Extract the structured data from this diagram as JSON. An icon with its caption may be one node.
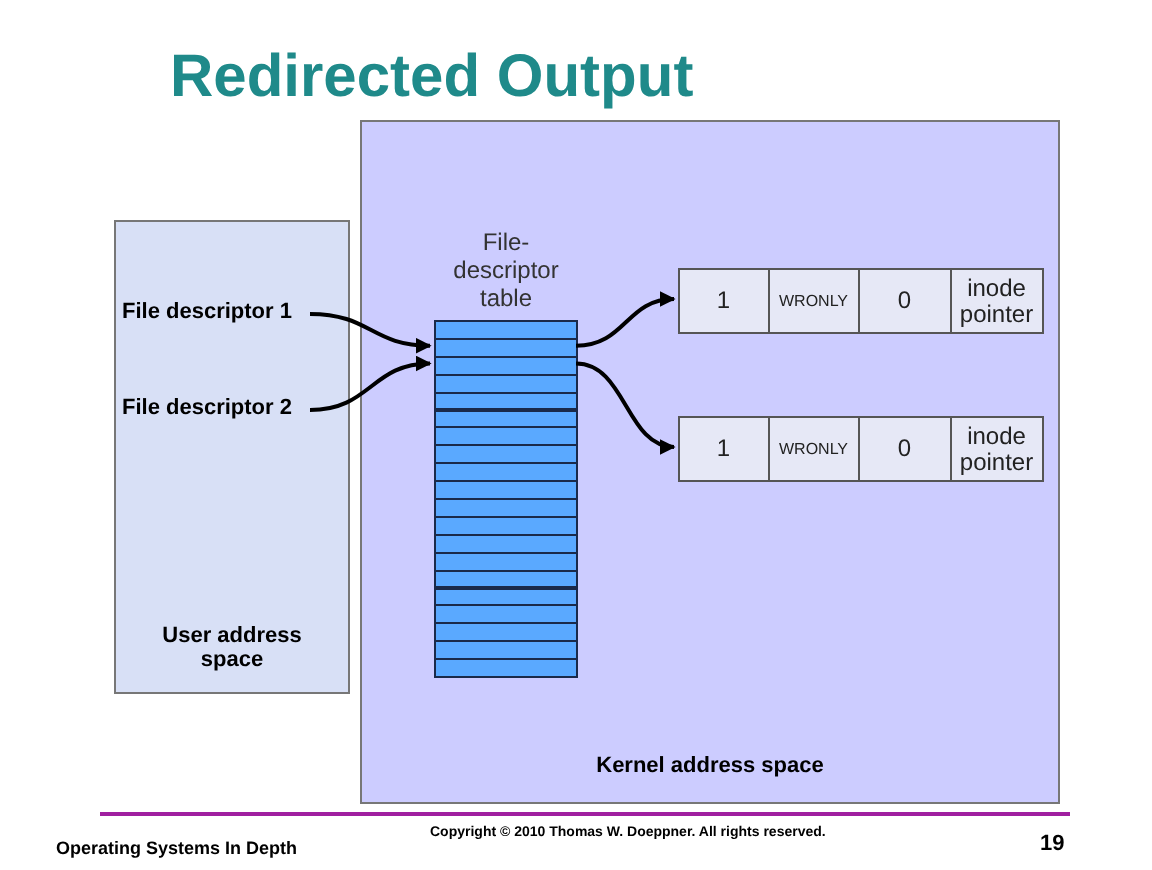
{
  "diagram": {
    "title": "Redirected Output",
    "nodes": [
      {
        "text": [
          "User address space"
        ]
      },
      {
        "text": [
          "File descriptor 1"
        ],
        "in": 0
      },
      {
        "text": [
          "File descriptor 2"
        ],
        "in": 0
      },
      {
        "text": [
          "Kernel address space"
        ]
      },
      {
        "text": [
          "File-descriptor table"
        ],
        "in": 3
      },
      {
        "text": [],
        "shape": "bar",
        "in": 4
      },
      {
        "text": [],
        "shape": "bar",
        "in": 4
      },
      {
        "text": [],
        "shape": "bar",
        "in": 4
      },
      {
        "text": [],
        "shape": "bar",
        "in": 4
      },
      {
        "text": [],
        "shape": "bar",
        "in": 4
      },
      {
        "text": [],
        "shape": "bar",
        "in": 4
      },
      {
        "text": [],
        "shape": "bar",
        "in": 4
      },
      {
        "text": [],
        "shape": "bar",
        "in": 4
      },
      {
        "text": [],
        "shape": "bar",
        "in": 4
      },
      {
        "text": [],
        "shape": "bar",
        "in": 4
      },
      {
        "text": [],
        "shape": "bar",
        "in": 4
      },
      {
        "text": [],
        "shape": "bar",
        "in": 4
      },
      {
        "text": [],
        "shape": "bar",
        "in": 4
      },
      {
        "text": [],
        "shape": "bar",
        "in": 4
      },
      {
        "text": [],
        "shape": "bar",
        "in": 4
      },
      {
        "text": [],
        "shape": "bar",
        "in": 4
      },
      {
        "text": [],
        "shape": "bar",
        "in": 4
      },
      {
        "text": [],
        "shape": "bar",
        "in": 4
      },
      {
        "text": [],
        "shape": "bar",
        "in": 4
      },
      {
        "text": [],
        "shape": "bar",
        "in": 4
      },
      {
        "text": [
          "1",
          "WRONLY",
          "0",
          "inode pointer"
        ],
        "in": 3
      },
      {
        "text": [
          "1",
          "WRONLY",
          "0",
          "inode pointer"
        ],
        "in": 3
      }
    ],
    "edges": [
      {
        "from": 1,
        "to": 6,
        "arrow": "to"
      },
      {
        "from": 2,
        "to": 7,
        "arrow": "to"
      },
      {
        "from": 6,
        "to": 25,
        "arrow": "to"
      },
      {
        "from": 7,
        "to": 26,
        "arrow": "to"
      }
    ],
    "labels": [
      "Copyright © 2010 Thomas W. Doeppner. All rights reserved.",
      "Operating Systems In Depth",
      "19"
    ]
  }
}
